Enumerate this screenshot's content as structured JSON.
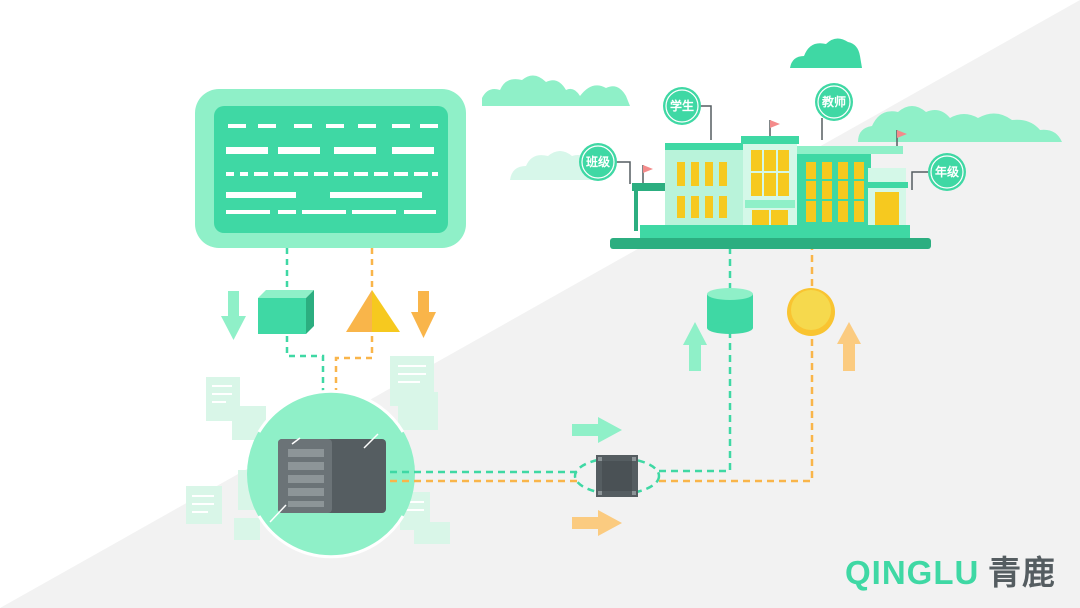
{
  "labels": {
    "students": "学生",
    "teachers": "教师",
    "classes": "班级",
    "grades": "年级"
  },
  "brand": {
    "latin": "QINGLU",
    "chinese": "青鹿"
  },
  "colors": {
    "green": "#3fd8a4",
    "green_light": "#8ff0c8",
    "green_dark": "#2cae80",
    "orange": "#f9b54a",
    "yellow": "#f6c91f",
    "chip": "#555d61",
    "background_gray": "#f2f2f2"
  }
}
